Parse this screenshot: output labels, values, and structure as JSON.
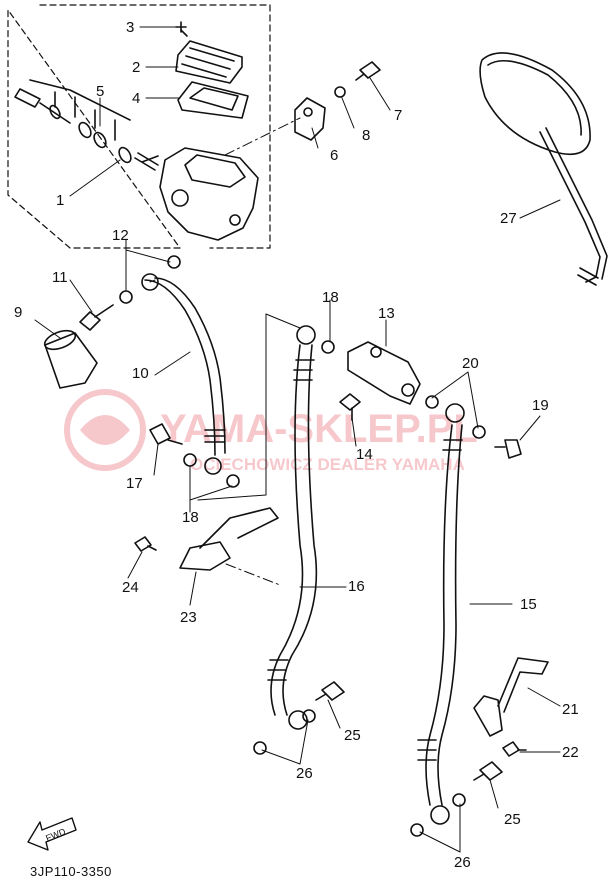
{
  "diagram_code": "3JP110-3350",
  "fwd_label": "FWD",
  "watermark": {
    "title": "YAMA-SKLEP.PL",
    "subtitle": "OCIECHOWICZ DEALER YAMAHA",
    "color": "#e8646e"
  },
  "callouts": {
    "p1": "1",
    "p2": "2",
    "p3": "3",
    "p4": "4",
    "p5": "5",
    "p6": "6",
    "p7": "7",
    "p8": "8",
    "p9": "9",
    "p10": "10",
    "p11": "11",
    "p12": "12",
    "p13": "13",
    "p14": "14",
    "p15": "15",
    "p16": "16",
    "p17": "17",
    "p18a": "18",
    "p18b": "18",
    "p19": "19",
    "p20": "20",
    "p21": "21",
    "p22": "22",
    "p23": "23",
    "p24": "24",
    "p25a": "25",
    "p25b": "25",
    "p26a": "26",
    "p26b": "26",
    "p27": "27"
  }
}
